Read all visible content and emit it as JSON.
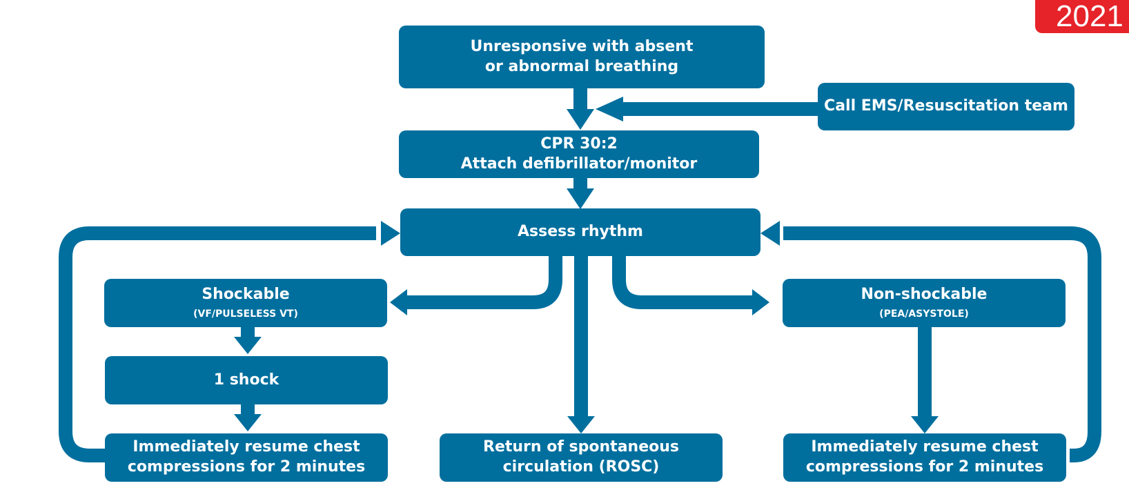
{
  "badge": {
    "year": "2021"
  },
  "colors": {
    "box_fill": "#006f9e",
    "connector": "#006f9e",
    "text": "#ffffff",
    "badge_fill": "#e52329"
  },
  "nodes": {
    "unresponsive": {
      "line1": "Unresponsive with absent",
      "line2": "or abnormal breathing"
    },
    "call_ems": {
      "label": "Call EMS/Resuscitation team"
    },
    "cpr": {
      "line1": "CPR 30:2",
      "line2": "Attach defibrillator/monitor"
    },
    "assess": {
      "label": "Assess rhythm"
    },
    "shockable": {
      "label": "Shockable",
      "sub": "(VF/PULSELESS VT)"
    },
    "non_shockable": {
      "label": "Non-shockable",
      "sub": "(PEA/ASYSTOLE)"
    },
    "one_shock": {
      "label": "1 shock"
    },
    "resume_left": {
      "line1": "Immediately resume chest",
      "line2": "compressions for 2 minutes"
    },
    "rosc": {
      "line1": "Return of spontaneous",
      "line2": "circulation (ROSC)"
    },
    "resume_right": {
      "line1": "Immediately resume chest",
      "line2": "compressions for 2 minutes"
    }
  }
}
